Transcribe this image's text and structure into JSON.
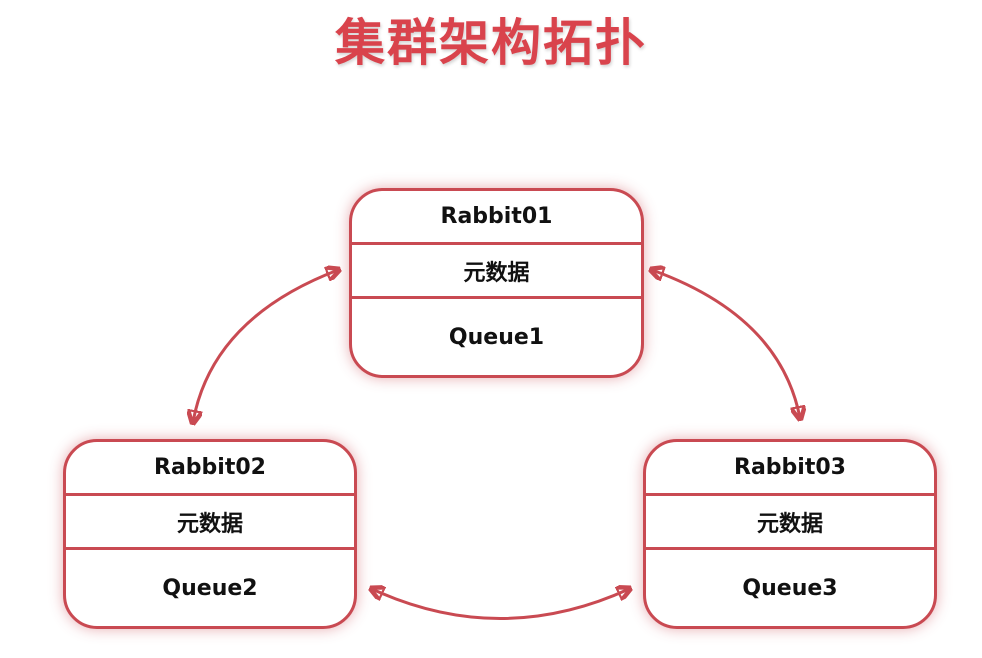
{
  "title": "集群架构拓扑",
  "nodes": [
    {
      "name": "Rabbit01",
      "metadata": "元数据",
      "queue": "Queue1"
    },
    {
      "name": "Rabbit02",
      "metadata": "元数据",
      "queue": "Queue2"
    },
    {
      "name": "Rabbit03",
      "metadata": "元数据",
      "queue": "Queue3"
    }
  ],
  "colors": {
    "accent": "#d9434c",
    "border": "#c94a52",
    "text": "#111111",
    "background": "#ffffff"
  },
  "connections": [
    {
      "from": "Rabbit01",
      "to": "Rabbit02",
      "direction": "bidirectional"
    },
    {
      "from": "Rabbit01",
      "to": "Rabbit03",
      "direction": "bidirectional"
    },
    {
      "from": "Rabbit02",
      "to": "Rabbit03",
      "direction": "bidirectional"
    }
  ]
}
